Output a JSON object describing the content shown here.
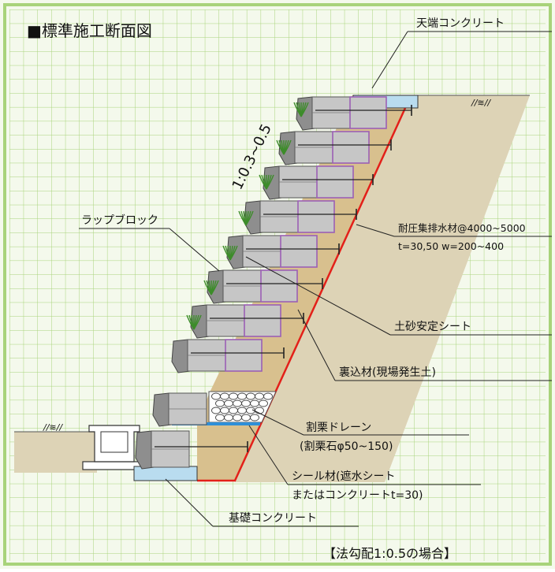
{
  "title": "■標準施工断面図",
  "slope_ratio": "1:0.3~0.5",
  "hatch_mark": "//≋//",
  "caption": "【法勾配1:0.5の場合】",
  "labels": {
    "tenbata": "天端コンクリート",
    "wrap_block": "ラップブロック",
    "drain1": "耐圧集排水材@4000~5000",
    "drain2": "t=30,50 w=200~400",
    "soil_sheet": "土砂安定シート",
    "backfill": "裏込材(現場発生土)",
    "gravel1": "割栗ドレーン",
    "gravel2": "(割栗石φ50~150)",
    "seal1": "シール材(遮水シート",
    "seal2": "またはコンクリートt=30)",
    "base": "基礎コンクリート"
  },
  "colors": {
    "grid": "#a8d37a",
    "background": "#f4f9ec",
    "ground": "#ddd3b6",
    "backfill": "#d8c08e",
    "block": "#c6c6c6",
    "block_outline": "#9b5fb5",
    "concrete": "#b9dcef",
    "red_line": "#e32019",
    "plant": "#3d8c2a"
  }
}
